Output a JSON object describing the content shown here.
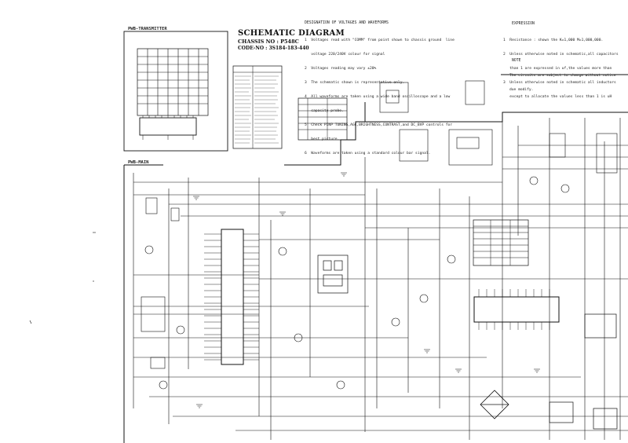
{
  "title": {
    "main": "SCHEMATIC DIAGRAM",
    "chassis": "CHASSIS NO : P548C",
    "code": "CODE-NO : 3S184-183-440"
  },
  "sections": {
    "transmitter": "PWB-TRANSMITTER",
    "main": "PWB-MAIN"
  },
  "notes": {
    "heading": "DESIGNATION OF VOLTAGES AND WAVEFORMS",
    "items": [
      "1  Voltages read with \"COMM\" from point shown to chassis ground  line",
      "   voltage 220/240V colour for signal",
      "2  Voltages reading may vary ±20%",
      "3  The schematic shown is representative only.",
      "4  All waveforms are taken using a wide band oscilloscope and a low",
      "   capacity probe.",
      "5  Check PINP TUNING,AGC,BRIGHTNESS,CONTRAST,and DC_BVP controls for",
      "   best picture.",
      "6  Waveforms are taken using a standard colour bar signal."
    ]
  },
  "expression": {
    "heading": "EXPRESSION",
    "items": [
      "1  Resistance : shown the K=1,000 M=1,000,000.",
      "2  Unless otherwise noted in schematic,all capacitors",
      "   than 1 are expressed in uf,the values more than",
      "3  Unless otherwise noted in schematic all inductors",
      "   except to allocate the values less than 1 is uH"
    ]
  },
  "note": {
    "heading": "NOTE",
    "items": [
      "The circuits are subject to change without notice",
      "due modify."
    ]
  },
  "colors": {
    "ink": "#111111",
    "paper": "#ffffff"
  }
}
